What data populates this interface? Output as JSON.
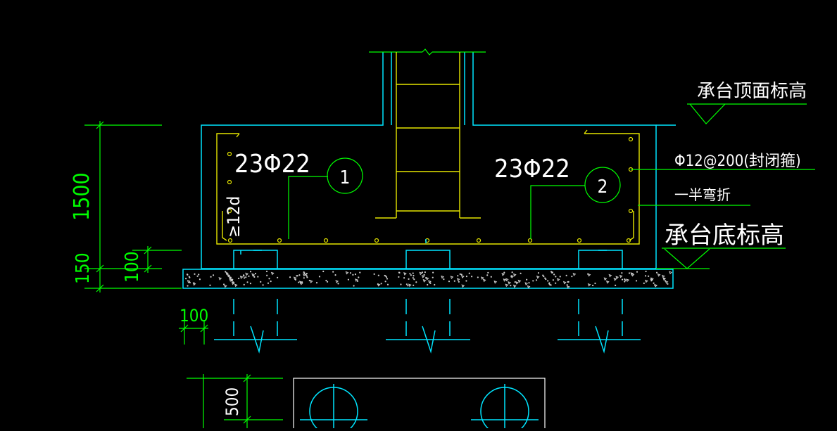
{
  "drawing": {
    "colors": {
      "background": "#000000",
      "concrete_outline": "#00e5ff",
      "rebar": "#e6e600",
      "dimension": "#00ff00",
      "text": "#ffffff"
    },
    "rebar_labels": {
      "left": "23Φ22",
      "right": "23Φ22"
    },
    "callouts": {
      "marker_1": "1",
      "marker_2": "2"
    },
    "anchorage_note": "≥12d",
    "annotations": {
      "top_elevation": "承台顶面标高",
      "stirrup": "Φ12@200(封闭箍)",
      "bend_half": "一半弯折",
      "bottom_elevation": "承台底标高"
    },
    "dimensions": {
      "cap_height": "1500",
      "bottom_cover_150": "150",
      "pile_embed_100": "100",
      "pile_cover_100": "100",
      "plan_edge_500": "500"
    }
  }
}
